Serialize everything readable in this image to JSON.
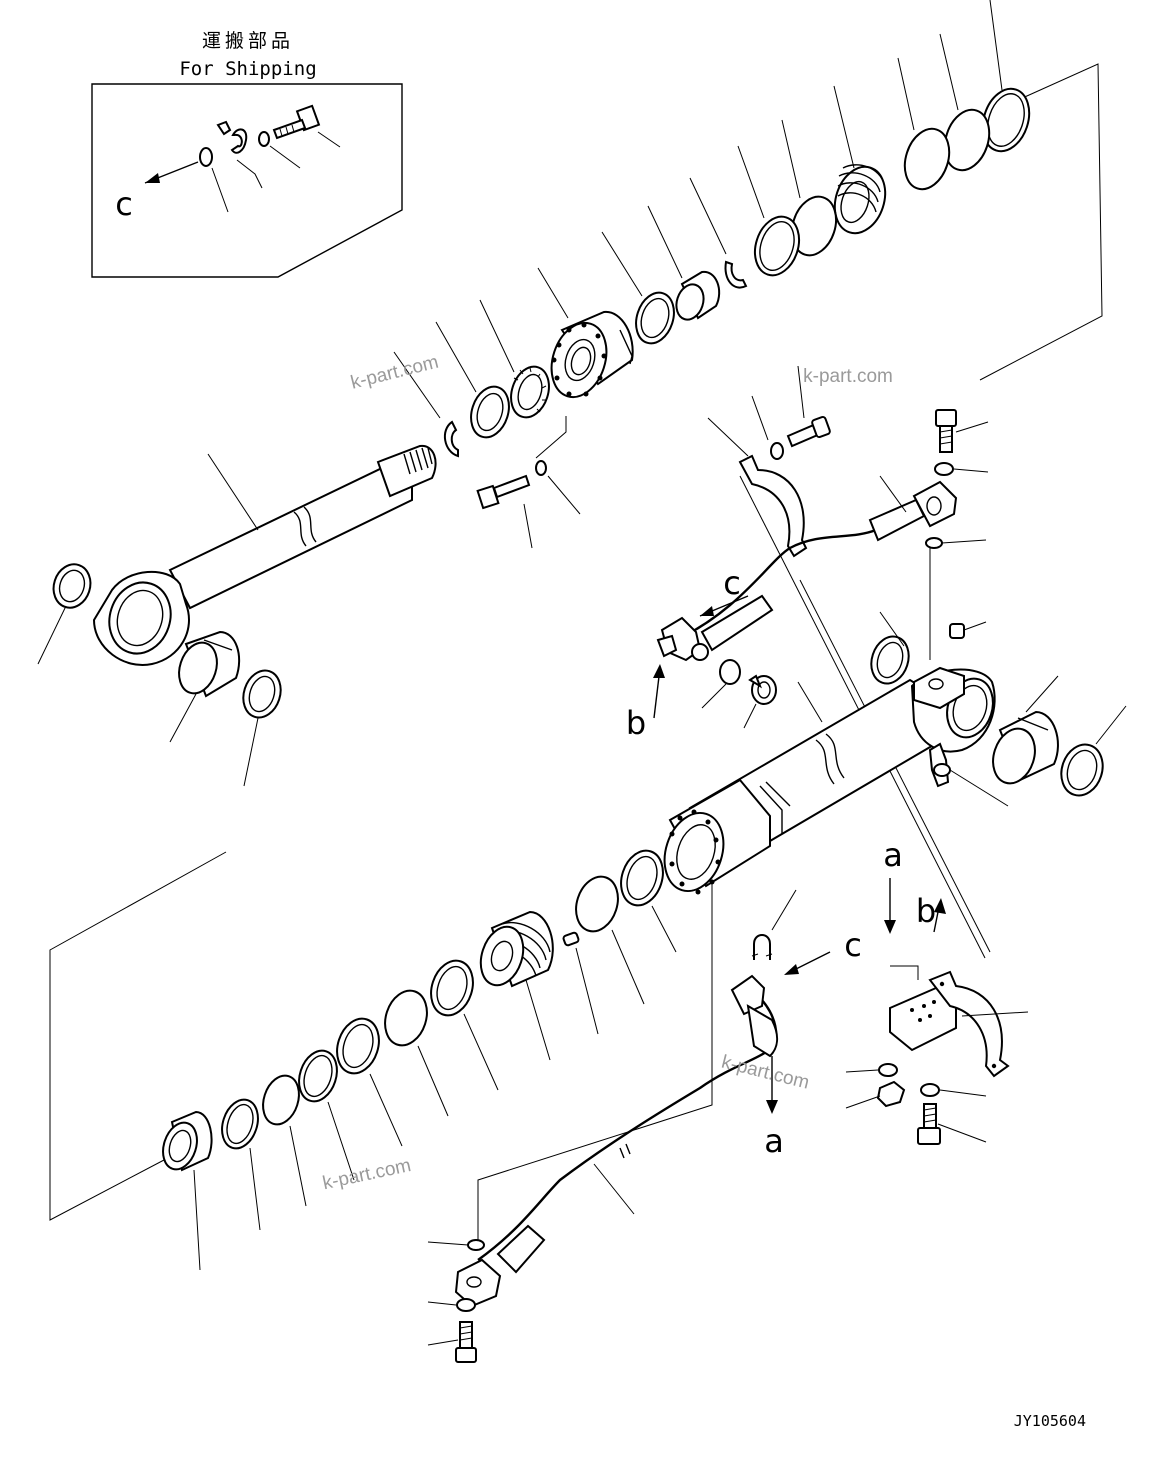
{
  "shipping": {
    "title_jp": "運搬部品",
    "title_en": "For Shipping"
  },
  "labels": {
    "c": "c",
    "b": "b",
    "a": "a"
  },
  "watermark": "k-part.com",
  "drawing_number": "JY105604"
}
